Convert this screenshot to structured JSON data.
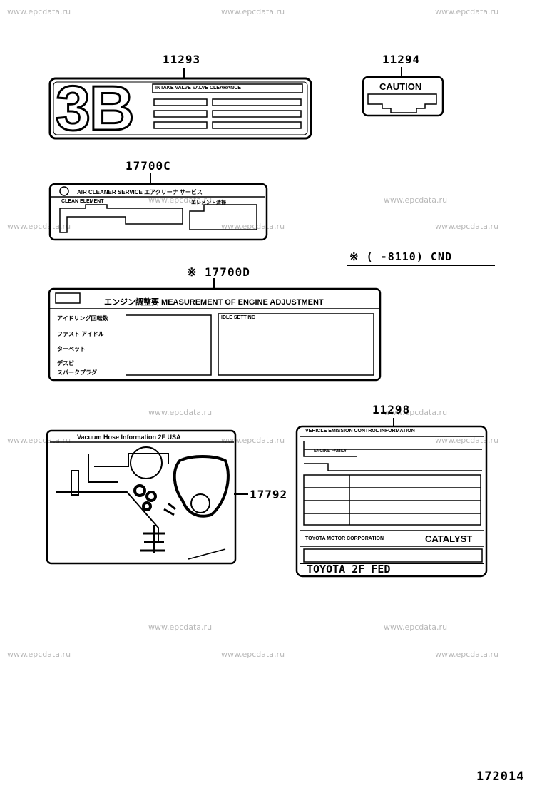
{
  "watermark": "www.epcdata.ru",
  "diagram_id": "172014",
  "note": "※ (      -8110)  CND",
  "parts": {
    "p11293": {
      "number": "11293",
      "big_text": "3B",
      "header": "INTAKE VALVE  VALVE  CLEARANCE"
    },
    "p11294": {
      "number": "11294",
      "text": "CAUTION"
    },
    "p17700c": {
      "number": "17700C",
      "title": "AIR  CLEANER  SERVICE   エアクリーナ  サービス",
      "left_label": "CLEAN ELEMENT",
      "right_label": "エレメント清掃"
    },
    "p17700d": {
      "number": "※ 17700D",
      "title": "エンジン調整要   MEASUREMENT OF ENGINE  ADJUSTMENT",
      "rows": [
        "アイドリング回転数",
        "ファスト アイドル",
        "ターペット",
        "デスビ",
        "スパークプラグ"
      ],
      "right_label": "IDLE  SETTING"
    },
    "p17792": {
      "number": "17792",
      "header": "Vacuum Hose Information    2F  USA"
    },
    "p11298": {
      "number": "11298",
      "header": "VEHICLE  EMISSION  CONTROL  INFORMATION",
      "sub_label": "ENGINE FAMILY",
      "maker": "TOYOTA MOTOR CORPORATION",
      "catalyst": "CATALYST",
      "footer": "TOYOTA    2F   FED"
    }
  }
}
